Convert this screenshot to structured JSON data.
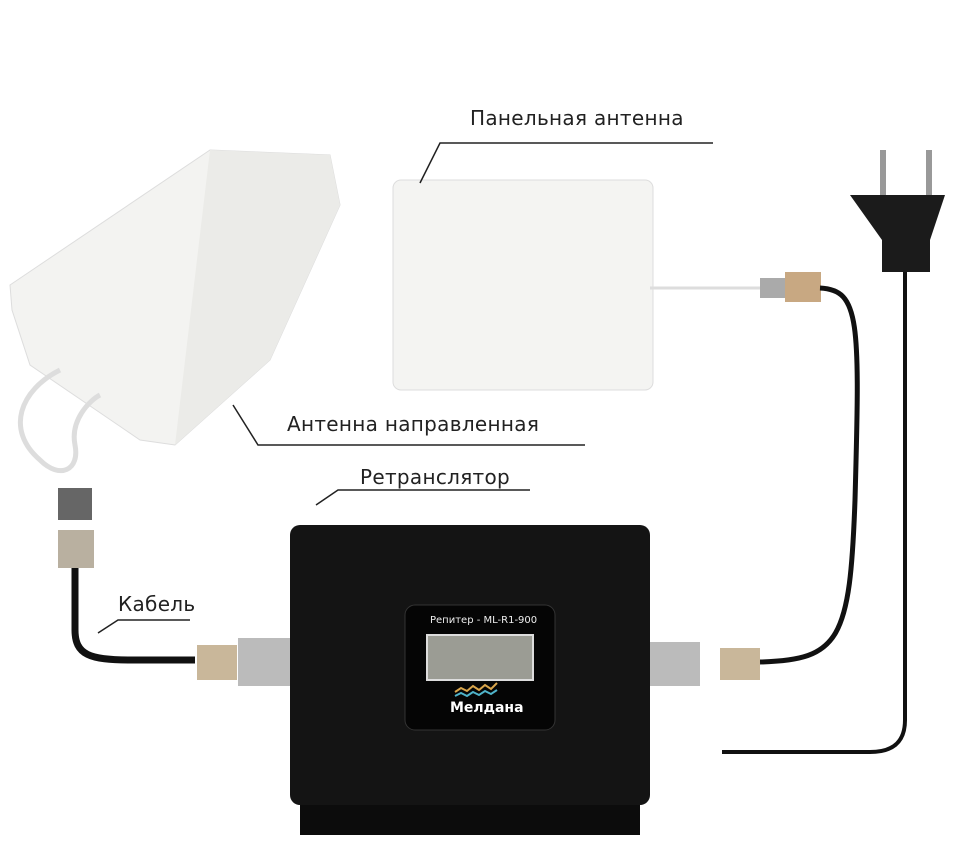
{
  "labels": {
    "panel_antenna": "Панельная антенна",
    "directional_antenna": "Антенна направленная",
    "repeater": "Ретранслятор",
    "cable": "Кабель"
  },
  "device": {
    "model": "Репитер - ML-R1-900",
    "brand": "Мелдана"
  }
}
